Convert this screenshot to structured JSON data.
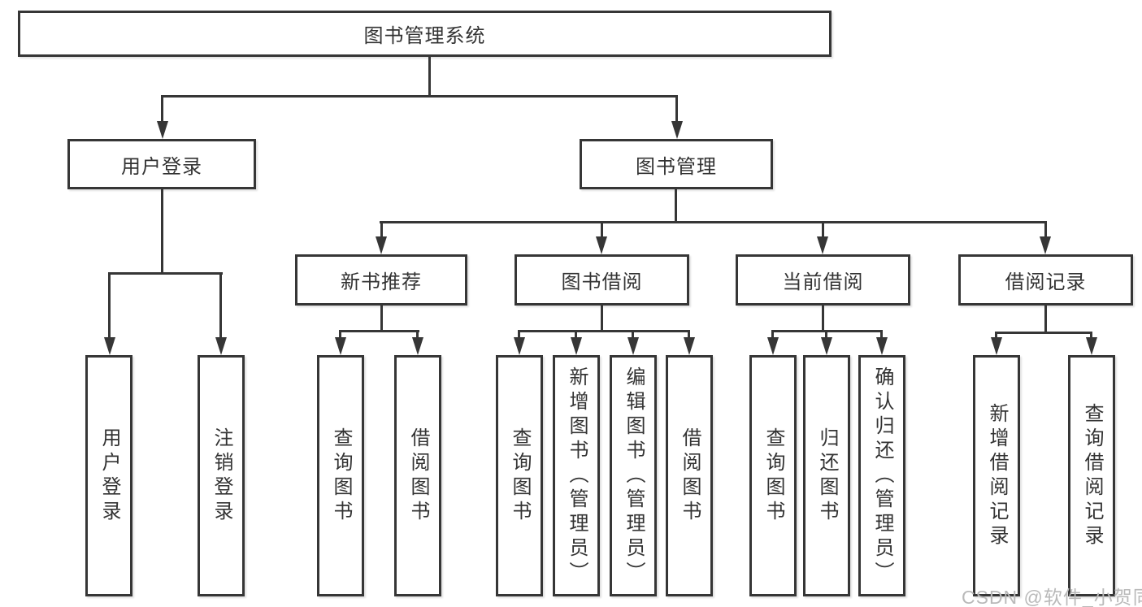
{
  "tree": {
    "label": "图书管理系统",
    "children": [
      {
        "label": "用户登录",
        "children": [
          {
            "label": "用户登录"
          },
          {
            "label": "注销登录"
          }
        ]
      },
      {
        "label": "图书管理",
        "children": [
          {
            "label": "新书推荐",
            "children": [
              {
                "label": "查询图书"
              },
              {
                "label": "借阅图书"
              }
            ]
          },
          {
            "label": "图书借阅",
            "children": [
              {
                "label": "查询图书"
              },
              {
                "label": "新增图书（管理员）"
              },
              {
                "label": "编辑图书（管理员）"
              },
              {
                "label": "借阅图书"
              }
            ]
          },
          {
            "label": "当前借阅",
            "children": [
              {
                "label": "查询图书"
              },
              {
                "label": "归还图书"
              },
              {
                "label": "确认归还（管理员）"
              }
            ]
          },
          {
            "label": "借阅记录",
            "children": [
              {
                "label": "新增借阅记录"
              },
              {
                "label": "查询借阅记录"
              }
            ]
          }
        ]
      }
    ]
  },
  "watermark": {
    "text": "CSDN @软件_小贺同学"
  },
  "colors": {
    "line": "#363636",
    "text": "#333333",
    "box_background": "#ffffff",
    "watermark": "#b9b9b9",
    "page_background": "#ffffff"
  }
}
